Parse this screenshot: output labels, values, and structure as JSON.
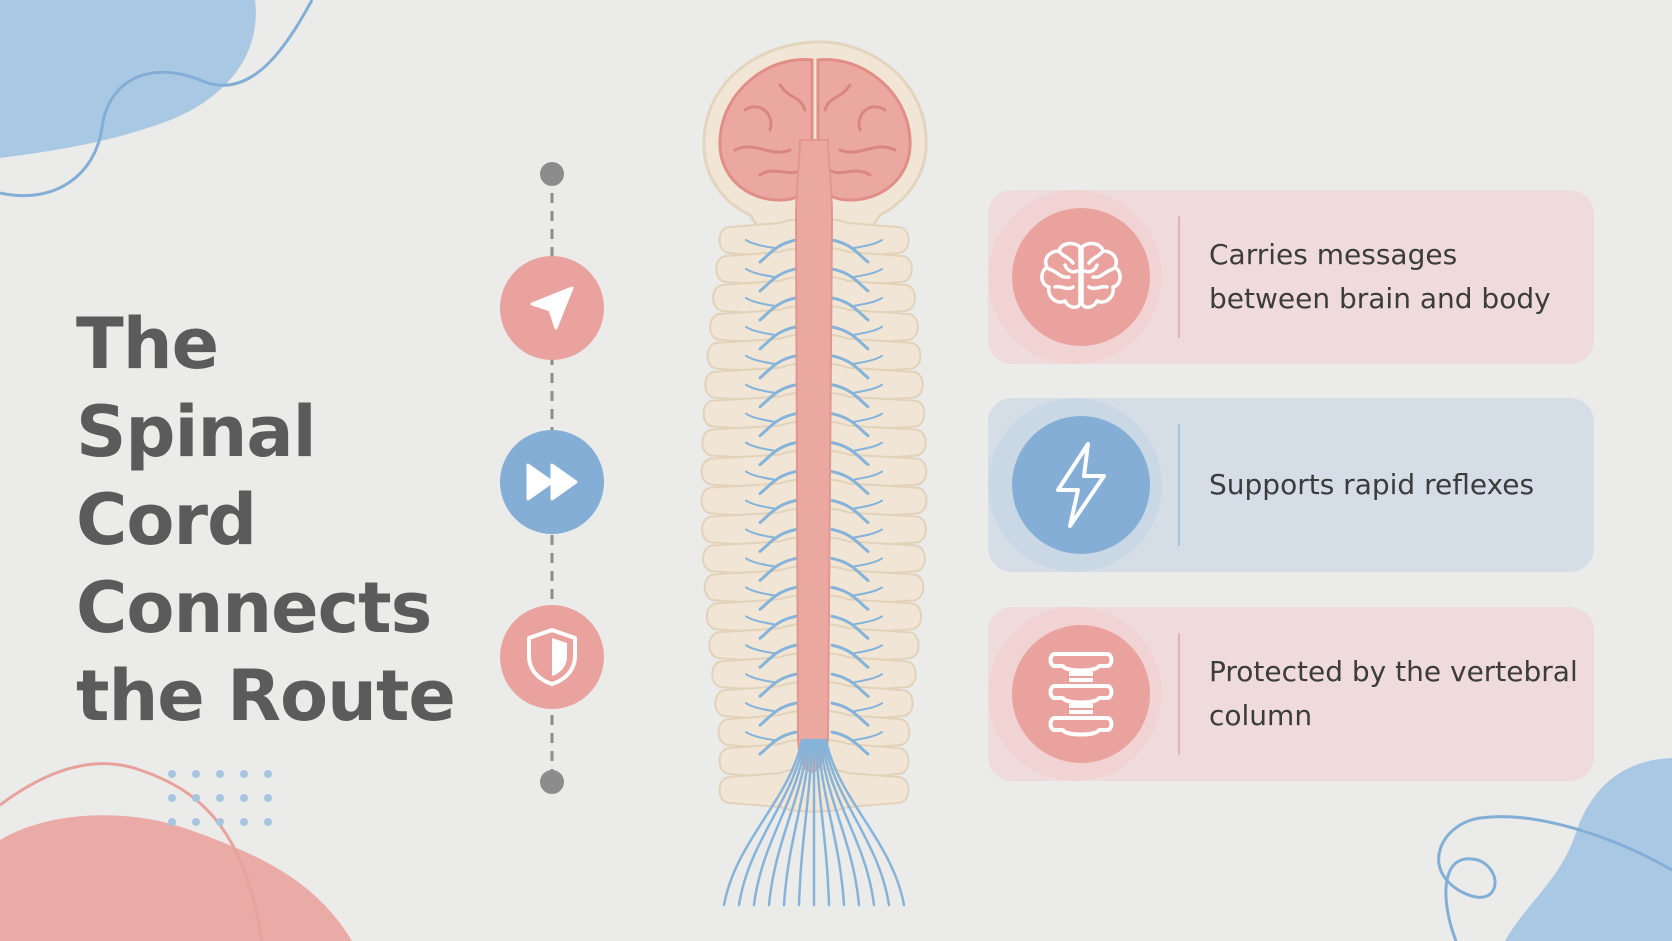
{
  "title": "The Spinal Cord Connects the Route",
  "colors": {
    "background": "#ebebea",
    "pink_accent": "#e9a29d",
    "blue_accent": "#84aed5",
    "spinal_cord": "#eba8a1",
    "vertebra": "#f1e6d6",
    "nerve": "#86b3d9",
    "title_text": "#5b5b5b"
  },
  "timeline": {
    "icons": [
      {
        "icon": "navigation-arrow-icon",
        "color": "#e9a29d"
      },
      {
        "icon": "fast-forward-icon",
        "color": "#84aed5"
      },
      {
        "icon": "shield-icon",
        "color": "#e9a29d"
      }
    ]
  },
  "cards": [
    {
      "text": "Carries messages between brain and body",
      "icon": "brain-icon",
      "theme": "pink"
    },
    {
      "text": "Supports rapid reflexes",
      "icon": "lightning-icon",
      "theme": "blue"
    },
    {
      "text": "Protected by the vertebral column",
      "icon": "vertebrae-icon",
      "theme": "pink"
    }
  ]
}
